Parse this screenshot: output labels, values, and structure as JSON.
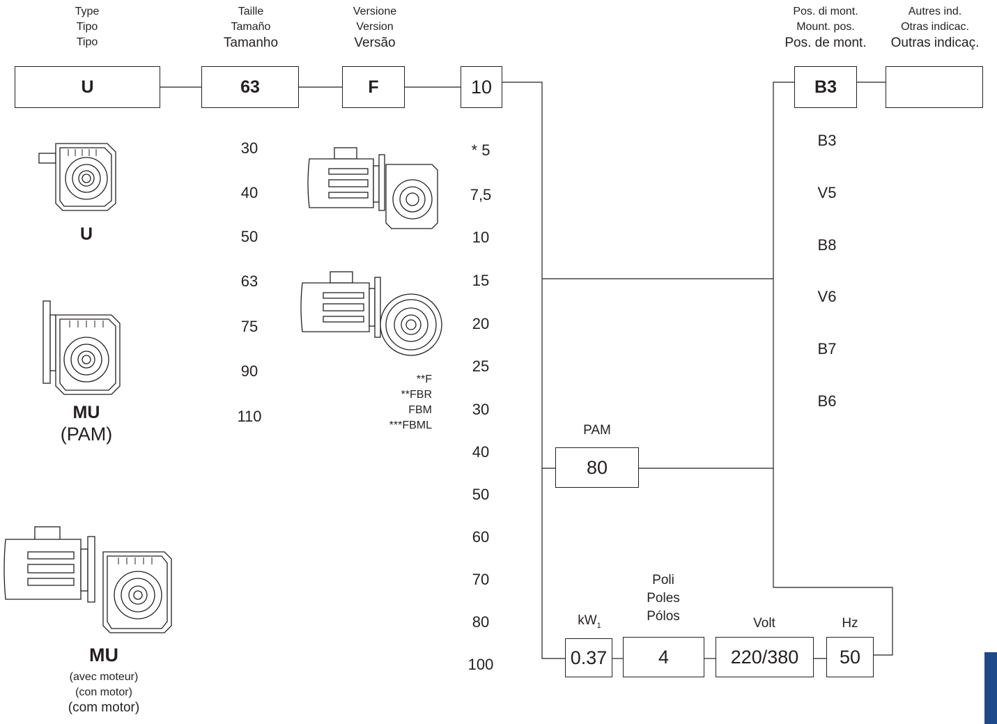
{
  "headers": {
    "type": [
      "Type",
      "Tipo",
      "Tipo"
    ],
    "size": [
      "Taille",
      "Tamaño",
      "Tamanho"
    ],
    "version": [
      "Versione",
      "Version",
      "Versão"
    ],
    "mount": [
      "Pos. di mont.",
      "Mount. pos.",
      "Pos. de mont."
    ],
    "other": [
      "Autres ind.",
      "Otras indicac.",
      "Outras indicaç."
    ]
  },
  "code": {
    "type": "U",
    "size": "63",
    "version": "F",
    "ratio": "10",
    "mount": "B3",
    "other": "",
    "pam": "80",
    "kw": "0.37",
    "poles": "4",
    "volt": "220/380",
    "hz": "50"
  },
  "type_options": {
    "u": "U",
    "mu_pam": [
      "MU",
      "(PAM)"
    ],
    "mu_motor": [
      "MU",
      "(avec moteur)",
      "(con motor)",
      "(com motor)"
    ]
  },
  "sizes": [
    "30",
    "40",
    "50",
    "63",
    "75",
    "90",
    "110"
  ],
  "versions_notes": [
    "**F",
    "**FBR",
    "FBM",
    "***FBML"
  ],
  "ratios": [
    "* 5",
    "7,5",
    "10",
    "15",
    "20",
    "25",
    "30",
    "40",
    "50",
    "60",
    "70",
    "80",
    "100"
  ],
  "mount_positions": [
    "B3",
    "V5",
    "B8",
    "V6",
    "B7",
    "B6"
  ],
  "labels": {
    "pam": "PAM",
    "kw": "kW",
    "kw_sub": "1",
    "poles": [
      "Poli",
      "Poles",
      "Pólos"
    ],
    "volt": "Volt",
    "hz": "Hz"
  },
  "colors": {
    "ink": "#231f20",
    "tab": "#1e4a8c"
  }
}
